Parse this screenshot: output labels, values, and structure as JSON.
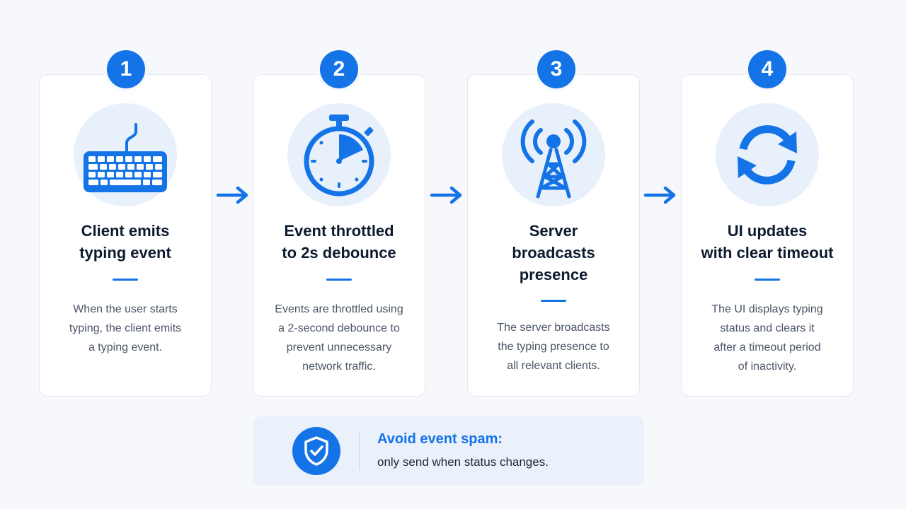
{
  "steps": [
    {
      "number": "1",
      "icon": "keyboard-icon",
      "title": "Client emits\ntyping event",
      "description": "When the user starts\ntyping, the client emits\na typing event."
    },
    {
      "number": "2",
      "icon": "stopwatch-icon",
      "title": "Event throttled\nto 2s debounce",
      "description": "Events are throttled using\na 2-second debounce to\nprevent unnecessary\nnetwork traffic."
    },
    {
      "number": "3",
      "icon": "broadcast-tower-icon",
      "title": "Server\nbroadcasts\npresence",
      "description": "The server broadcasts\nthe typing presence to\nall relevant clients."
    },
    {
      "number": "4",
      "icon": "refresh-icon",
      "title": "UI updates\nwith clear timeout",
      "description": "The UI displays typing\nstatus and clears it\nafter a timeout period\nof inactivity."
    }
  ],
  "tip": {
    "icon": "shield-check-icon",
    "title": "Avoid event spam:",
    "text": "only send when status changes."
  },
  "colors": {
    "accent": "#1473e6",
    "icon_bg": "#e8f0fb",
    "tip_bg": "#eaf1fb",
    "title_text": "#0d1b2e",
    "body_text": "#4a5566"
  }
}
